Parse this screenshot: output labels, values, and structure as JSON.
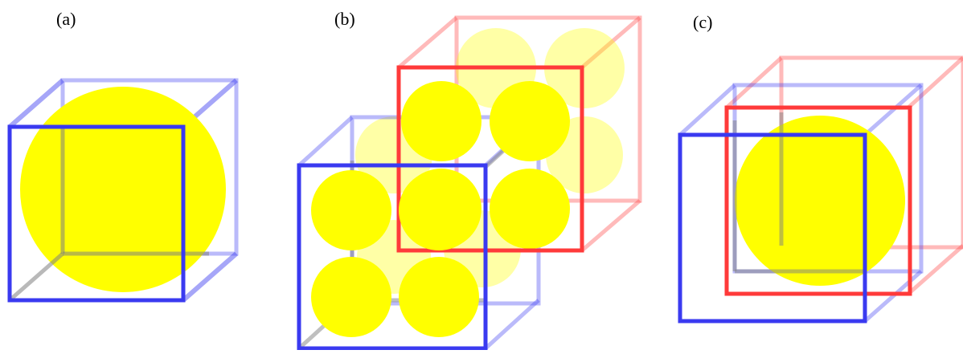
{
  "panels": [
    {
      "id": "a",
      "label": "(a)"
    },
    {
      "id": "b",
      "label": "(b)"
    },
    {
      "id": "c",
      "label": "(c)"
    }
  ],
  "colors": {
    "sphere": "#ffff00",
    "blue_edge": "#3a3af0",
    "red_edge": "#ff3a3a",
    "shadow_edge": "#7f7f7f"
  }
}
